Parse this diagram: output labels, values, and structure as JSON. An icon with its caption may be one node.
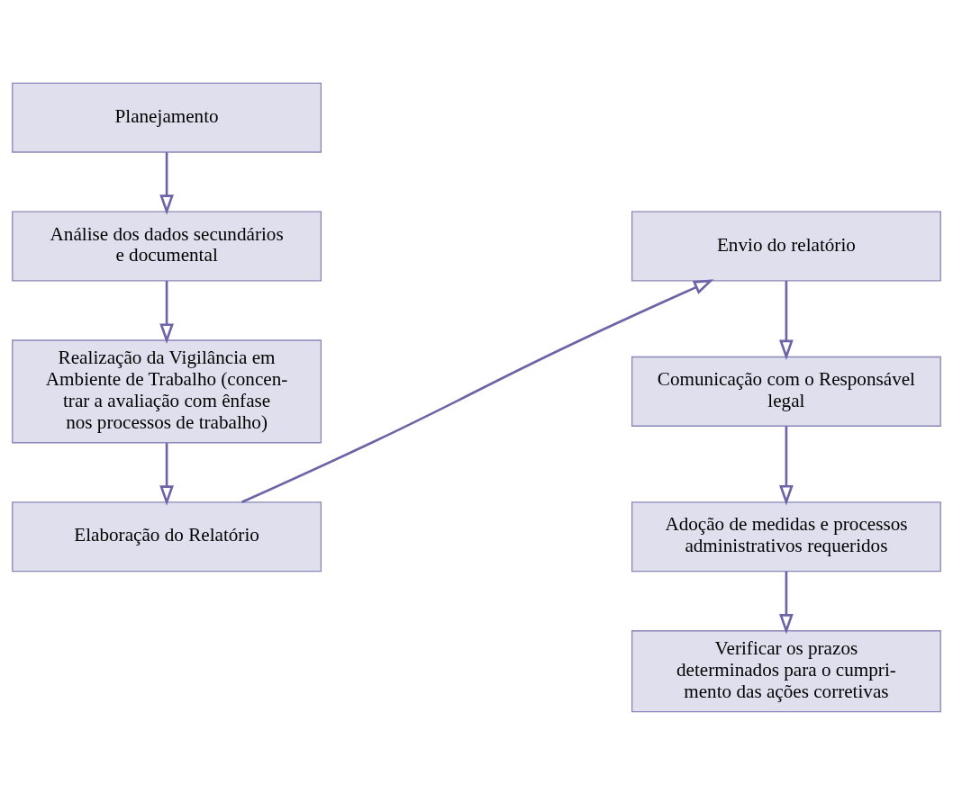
{
  "diagram": {
    "nodes": [
      {
        "text": [
          "Planejamento"
        ]
      },
      {
        "text": [
          "Análise dos dados secundários e documental"
        ]
      },
      {
        "text": [
          "Realização da Vigilância em Ambiente de Trabalho (concen- trar a avaliação com ênfase nos processos de trabalho)"
        ]
      },
      {
        "text": [
          "Elaboração do Relatório"
        ]
      },
      {
        "text": [
          "Envio do relatório"
        ]
      },
      {
        "text": [
          "Comunicação com o Responsável legal"
        ]
      },
      {
        "text": [
          "Adoção de medidas e processos administrativos requeridos"
        ]
      },
      {
        "text": [
          "Verificar os prazos determinados para o cumpri- mento das ações corretivas"
        ]
      }
    ],
    "edges": [
      {
        "from": 0,
        "to": 1,
        "arrow": "to"
      },
      {
        "from": 1,
        "to": 2,
        "arrow": "to"
      },
      {
        "from": 2,
        "to": 3,
        "arrow": "to"
      },
      {
        "from": 3,
        "to": 4,
        "arrow": "to"
      },
      {
        "from": 4,
        "to": 5,
        "arrow": "to"
      },
      {
        "from": 5,
        "to": 6,
        "arrow": "to"
      },
      {
        "from": 6,
        "to": 7,
        "arrow": "to"
      }
    ]
  }
}
